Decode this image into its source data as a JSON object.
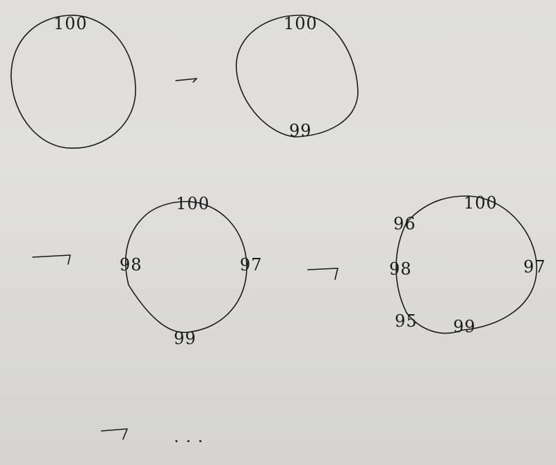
{
  "sketch": {
    "stage1": {
      "top": "100"
    },
    "stage2": {
      "top": "100",
      "bottom": "99"
    },
    "stage3": {
      "top": "100",
      "left": "98",
      "right": "97",
      "bottom": "99"
    },
    "stage4": {
      "top": "100",
      "upper_left": "96",
      "left": "98",
      "right": "97",
      "lower_left": "95",
      "bottom": "99"
    },
    "continuation": ". . ."
  },
  "ink_color": "#1a1a1a",
  "paper_color": "#dedddb"
}
